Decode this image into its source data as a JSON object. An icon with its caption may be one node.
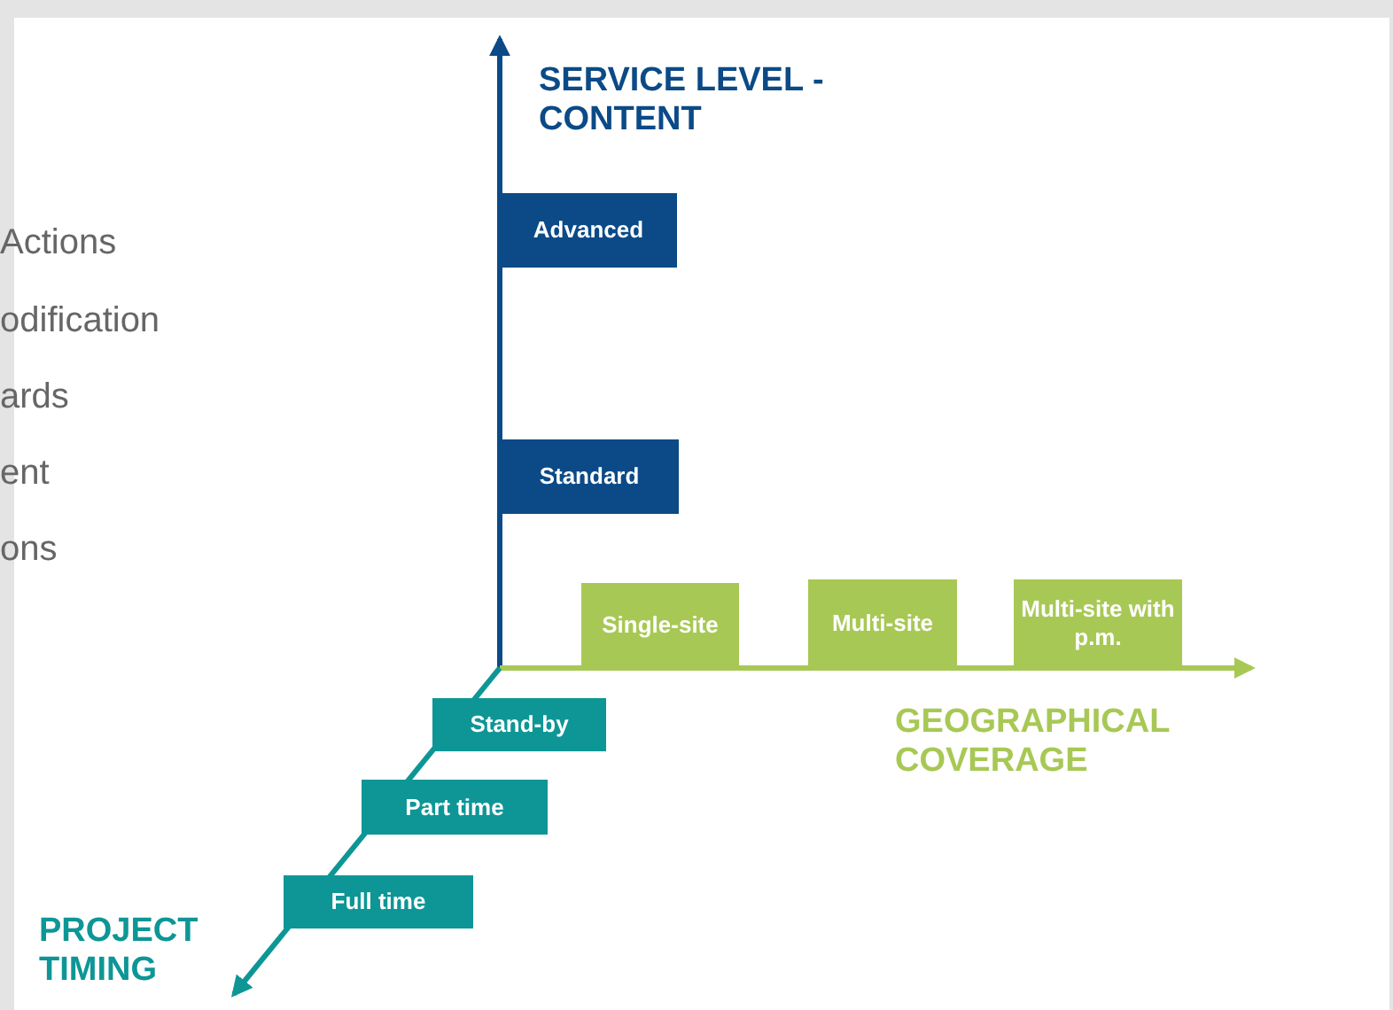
{
  "diagram": {
    "nodes": [
      {
        "text": [
          "Advanced"
        ]
      },
      {
        "text": [
          "Standard"
        ]
      },
      {
        "text": [
          "Single-site"
        ]
      },
      {
        "text": [
          "Multi-site"
        ]
      },
      {
        "text": [
          "Multi-site with p.m."
        ]
      },
      {
        "text": [
          "Stand-by"
        ]
      },
      {
        "text": [
          "Part time"
        ]
      },
      {
        "text": [
          "Full time"
        ]
      }
    ],
    "edges": [],
    "labels": [
      "Actions",
      "odification",
      "ards",
      "ent",
      "ons",
      "SERVICE LEVEL - CONTENT",
      "GEOGRAPHICAL COVERAGE",
      "PROJECT TIMING"
    ]
  }
}
